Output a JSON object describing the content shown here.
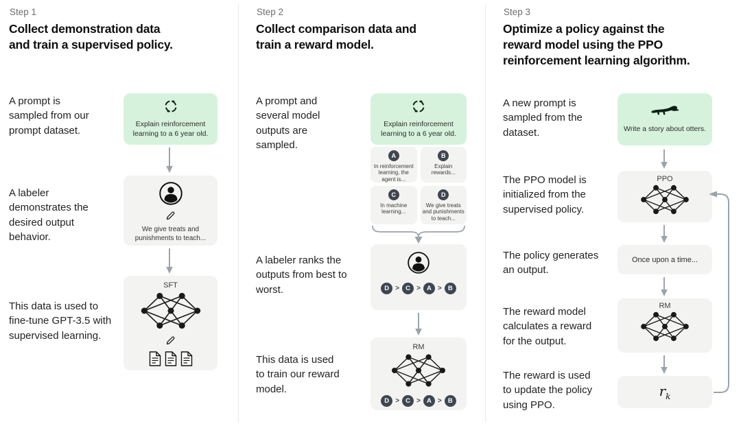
{
  "steps": [
    {
      "label": "Step 1",
      "headline": "Collect demonstration data and train a supervised policy.",
      "captions": {
        "prompt": "A prompt is sampled from our prompt dataset.",
        "labeler": "A labeler demonstrates the desired output behavior.",
        "train": "This data is used to fine-tune GPT-3.5 with supervised learning."
      },
      "prompt_box": {
        "icon": "cycle-icon",
        "text": "Explain reinforcement learning to a 6 year old."
      },
      "labeler_box": {
        "icon": "person-icon",
        "secondary_icon": "pencil-icon",
        "text": "We give treats and punishments to teach..."
      },
      "model_box": {
        "label": "SFT",
        "icons": [
          "network-icon",
          "pencil-icon",
          "documents-icon"
        ]
      }
    },
    {
      "label": "Step 2",
      "headline": "Collect comparison data and train a reward model.",
      "captions": {
        "prompt": "A prompt and several model outputs are sampled.",
        "labeler": "A labeler ranks the outputs from best to worst.",
        "train": "This data is used to train our reward model."
      },
      "prompt_box": {
        "icon": "cycle-icon",
        "text": "Explain reinforcement learning to a 6 year old."
      },
      "outputs": [
        {
          "id": "A",
          "text": "In reinforcement learning, the agent is..."
        },
        {
          "id": "B",
          "text": "Explain rewards..."
        },
        {
          "id": "C",
          "text": "In machine learning..."
        },
        {
          "id": "D",
          "text": "We give treats and punishments to teach..."
        }
      ],
      "labeler_box": {
        "icon": "person-icon"
      },
      "ranking": {
        "order": [
          "D",
          "C",
          "A",
          "B"
        ],
        "separator": ">"
      },
      "model_box": {
        "label": "RM",
        "icons": [
          "network-icon"
        ]
      }
    },
    {
      "label": "Step 3",
      "headline": "Optimize a policy against the reward model using the PPO reinforcement learning algorithm.",
      "captions": {
        "prompt": "A new prompt is sampled from the dataset.",
        "init": "The PPO model is initialized from the supervised policy.",
        "output": "The policy generates an output.",
        "reward": "The reward model calculates a reward for the output.",
        "update": "The reward is used to update the policy using PPO."
      },
      "prompt_box": {
        "icon": "otter-icon",
        "text": "Write a story about otters."
      },
      "ppo_box": {
        "label": "PPO",
        "icon": "network-icon"
      },
      "output_box": {
        "text": "Once upon a time..."
      },
      "rm_box": {
        "label": "RM",
        "icon": "network-icon"
      },
      "reward_box": {
        "base": "r",
        "subscript": "k"
      }
    }
  ],
  "icons": {
    "cycle-icon": "circular refresh arrows",
    "otter-icon": "otter silhouette",
    "person-icon": "labeler person in circle",
    "pencil-icon": "pencil",
    "network-icon": "neural network nodes",
    "documents-icon": "three documents",
    "down-arrow-icon": "gray down arrow",
    "brace-icon": "curly brace merging to arrow",
    "feedback-arrow-icon": "loop arrow from reward back to PPO"
  },
  "colors": {
    "prompt_box_green": "#d6f2dc",
    "node_box_gray": "#f3f3f1",
    "rank_circle_dark": "#3f4650",
    "arrow_gray": "#9ca2a9",
    "divider_gray": "#e8e8e8"
  }
}
